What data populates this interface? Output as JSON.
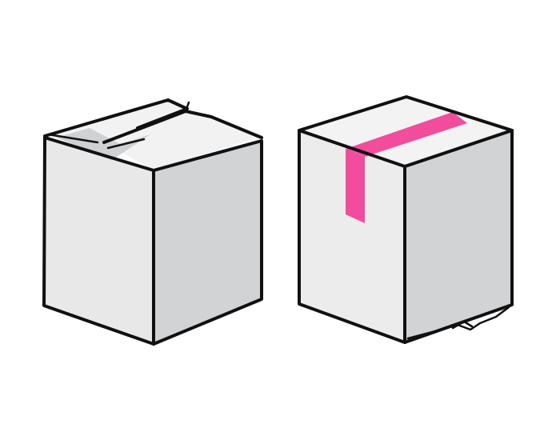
{
  "scene": {
    "subjects": [
      {
        "name": "open-cardboard-box",
        "state": "flaps folded open"
      },
      {
        "name": "taped-cardboard-box",
        "state": "sealed with tape"
      }
    ],
    "colors": {
      "background": "#ffffff",
      "outline": "#111111",
      "box_front_face": "#e8e8e8",
      "box_side_face": "#d2d3d5",
      "box_top_face": "#f2f2f2",
      "box_inner_shadow": "#c4c6c9",
      "tape": "#f24c9c"
    }
  }
}
